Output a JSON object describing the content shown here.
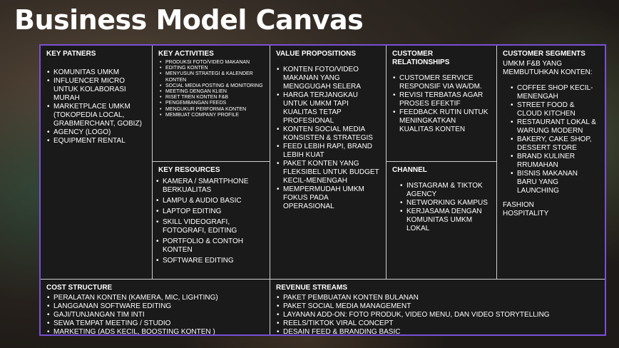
{
  "title": "Business Model Canvas",
  "key_partners": {
    "heading": "KEY PATNERS",
    "items": [
      "KOMUNITAS UMKM",
      "INFLUENCER MICRO UNTUK KOLABORASI MURAH",
      "MARKETPLACE UMKM (TOKOPEDIA LOCAL, GRABMERCHANT, GOBIZ)",
      "AGENCY (LOGO)",
      "EQUIPMENT RENTAL"
    ]
  },
  "key_activities": {
    "heading": "KEY ACTIVITIES",
    "items": [
      "PRODUKSI FOTO/VIDEO MAKANAN",
      "EDITING KONTEN",
      "MENYUSUN STRATEGI & KALENDER KONTEN",
      "SOCIAL MEDIA POSTING & MONITORING",
      "MEETING DENGAN KLIEN",
      "RISET TREN KONTEN F&B",
      "PENGEMBANGAN FEEDS",
      "MENGUKUR PERFORMA KONTEN",
      "MEMBUAT COMPANY PROFILE"
    ]
  },
  "key_resources": {
    "heading": "KEY RESOURCES",
    "items": [
      "KAMERA / SMARTPHONE BERKUALITAS",
      "LAMPU & AUDIO BASIC",
      "LAPTOP EDITING",
      "SKILL VIDEOGRAFI, FOTOGRAFI, EDITING",
      "PORTFOLIO & CONTOH KONTEN",
      "SOFTWARE EDITING"
    ]
  },
  "value_propositions": {
    "heading": "VALUE PROPOSITIONS",
    "items": [
      "KONTEN FOTO/VIDEO MAKANAN YANG MENGGUGAH SELERA",
      "HARGA TERJANGKAU UNTUK UMKM TAPI KUALITAS TETAP PROFESIONAL",
      "KONTEN SOCIAL MEDIA KONSISTEN & STRATEGIS",
      "FEED LEBIH RAPI, BRAND LEBIH KUAT",
      "PAKET KONTEN YANG FLEKSIBEL UNTUK BUDGET KECIL-MENENGAH",
      "MEMPERMUDAH UMKM FOKUS PADA OPERASIONAL"
    ]
  },
  "customer_relationships": {
    "heading": "CUSTOMER RELATIONSHIPS",
    "items": [
      "CUSTOMER SERVICE RESPONSIF VIA WA/DM.",
      "REVISI TERBATAS AGAR PROSES EFEKTIF",
      "FEEDBACK RUTIN UNTUK MENINGKATKAN KUALITAS KONTEN"
    ]
  },
  "channel": {
    "heading": "CHANNEL",
    "items": [
      "INSTAGRAM & TIKTOK AGENCY",
      "NETWORKING KAMPUS",
      "KERJASAMA DENGAN KOMUNITAS UMKM LOKAL"
    ]
  },
  "customer_segments": {
    "heading": "CUSTOMER SEGMENTS",
    "intro": "UMKM F&B YANG MEMBUTUHKAN KONTEN:",
    "items": [
      "COFFEE SHOP KECIL-MENENGAH",
      "STREET FOOD & CLOUD KITCHEN",
      "RESTAURANT LOKAL & WARUNG MODERN",
      "BAKERY, CAKE SHOP, DESSERT STORE",
      "BRAND KULINER RRUMAHAN",
      "BISNIS MAKANAN BARU YANG LAUNCHING"
    ],
    "footer": "FASHION HOSPITALITY"
  },
  "cost_structure": {
    "heading": "COST STRUCTURE",
    "items": [
      "PERALATAN KONTEN (KAMERA, MIC, LIGHTING)",
      "LANGGANAN SOFTWARE EDITING",
      "GAJI/TUNJANGAN TIM INTI",
      "SEWA TEMPAT MEETING / STUDIO",
      "MARKETING (ADS KECIL, BOOSTING KONTEN )"
    ]
  },
  "revenue_streams": {
    "heading": "REVENUE STREAMS",
    "items": [
      "PAKET PEMBUATAN KONTEN BULANAN",
      "PAKET SOCIAL MEDIA MANAGEMENT",
      "LAYANAN ADD-ON: FOTO PRODUK, VIDEO MENU, DAN VIDEO STORYTELLING",
      "REELS/TIKTOK VIRAL CONCEPT",
      "DESAIN FEED & BRANDING BASIC"
    ]
  }
}
